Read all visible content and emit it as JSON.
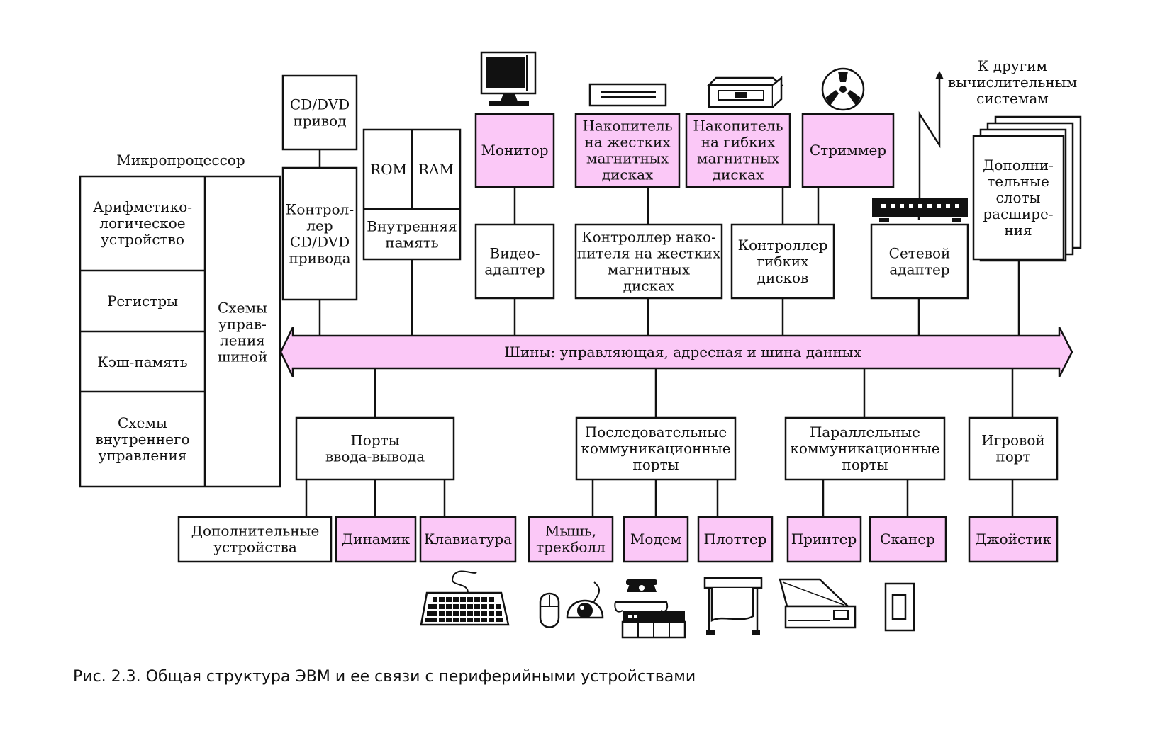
{
  "title": "Микропроцессор",
  "cpu": {
    "alu": "Арифметико-\nлогическое\nустройство",
    "registers": "Регистры",
    "cache": "Кэш-память",
    "internal_control": "Схемы\nвнутреннего\nуправления",
    "bus_control": "Схемы\nуправ-\nления\nшиной"
  },
  "top": {
    "cd_drive": "CD/DVD\nпривод",
    "cd_controller": "Контрол-\nлер\nCD/DVD\nпривода",
    "rom": "ROM",
    "ram": "RAM",
    "internal_memory": "Внутренняя\nпамять",
    "monitor": "Монитор",
    "video_adapter": "Видео-\nадаптер",
    "hdd": "Накопитель\nна жестких\nмагнитных\nдисках",
    "hdd_controller": "Контроллер нако-\nпителя на жестких\nмагнитных\nдисках",
    "fdd": "Накопитель\nна гибких\nмагнитных\nдисках",
    "fdd_controller": "Контроллер\nгибких\nдисков",
    "streamer": "Стриммер",
    "network_adapter": "Сетевой\nадаптер",
    "other_systems": "К другим\nвычислительным\nсистемам",
    "expansion_slots": "Дополни-\nтельные\nслоты\nрасшире-\nния"
  },
  "bus": "Шины: управляющая, адресная и шина данных",
  "bottom": {
    "io_ports": "Порты\nввода-вывода",
    "serial_ports": "Последовательные\nкоммуникационные\nпорты",
    "parallel_ports": "Параллельные\nкоммуникационные\nпорты",
    "game_port": "Игровой\nпорт"
  },
  "devices": {
    "additional": "Дополнительные\nустройства",
    "speaker": "Динамик",
    "keyboard": "Клавиатура",
    "mouse": "Мышь,\nтрекболл",
    "modem": "Модем",
    "plotter": "Плоттер",
    "printer": "Принтер",
    "scanner": "Сканер",
    "joystick": "Джойстик"
  },
  "icons": [
    "monitor-icon",
    "hdd-icon",
    "fdd-icon",
    "tape-reel-icon",
    "antenna-icon",
    "network-hub-icon",
    "keyboard-icon",
    "mouse-trackball-icon",
    "telephone-modem-icon",
    "plotter-icon",
    "scanner-icon",
    "joystick-icon"
  ],
  "colors": {
    "highlight": "#fbc8f7",
    "stroke": "#111111"
  },
  "caption": "Рис. 2.3. Общая структура ЭВМ и ее связи с периферийными устройствами"
}
